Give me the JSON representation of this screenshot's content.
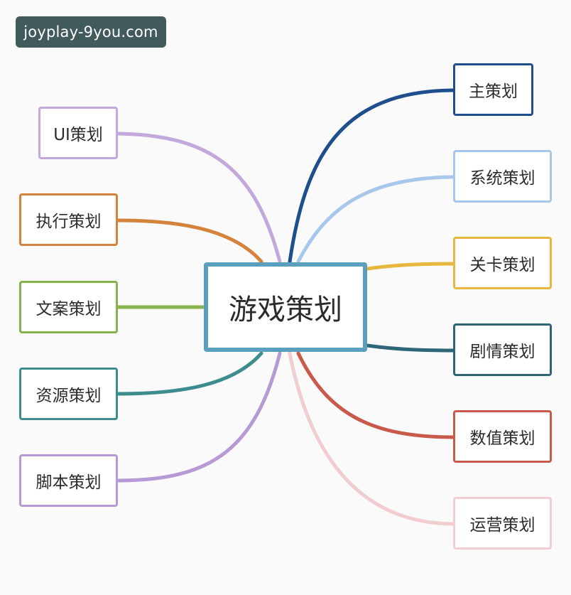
{
  "watermark": "joyplay-9you.com",
  "center": {
    "label": "游戏策划",
    "color": "#5b9fbf"
  },
  "left_branches": [
    {
      "label": "UI策划",
      "color": "#c3a8dc"
    },
    {
      "label": "执行策划",
      "color": "#d4823c"
    },
    {
      "label": "文案策划",
      "color": "#86b24f"
    },
    {
      "label": "资源策划",
      "color": "#3d8d8f"
    },
    {
      "label": "脚本策划",
      "color": "#b69ad6"
    }
  ],
  "right_branches": [
    {
      "label": "主策划",
      "color": "#1f4e8c"
    },
    {
      "label": "系统策划",
      "color": "#a7c7ec"
    },
    {
      "label": "关卡策划",
      "color": "#e6b63f"
    },
    {
      "label": "剧情策划",
      "color": "#2f6579"
    },
    {
      "label": "数值策划",
      "color": "#c85a4b"
    },
    {
      "label": "运营策划",
      "color": "#f1ccd1"
    }
  ]
}
